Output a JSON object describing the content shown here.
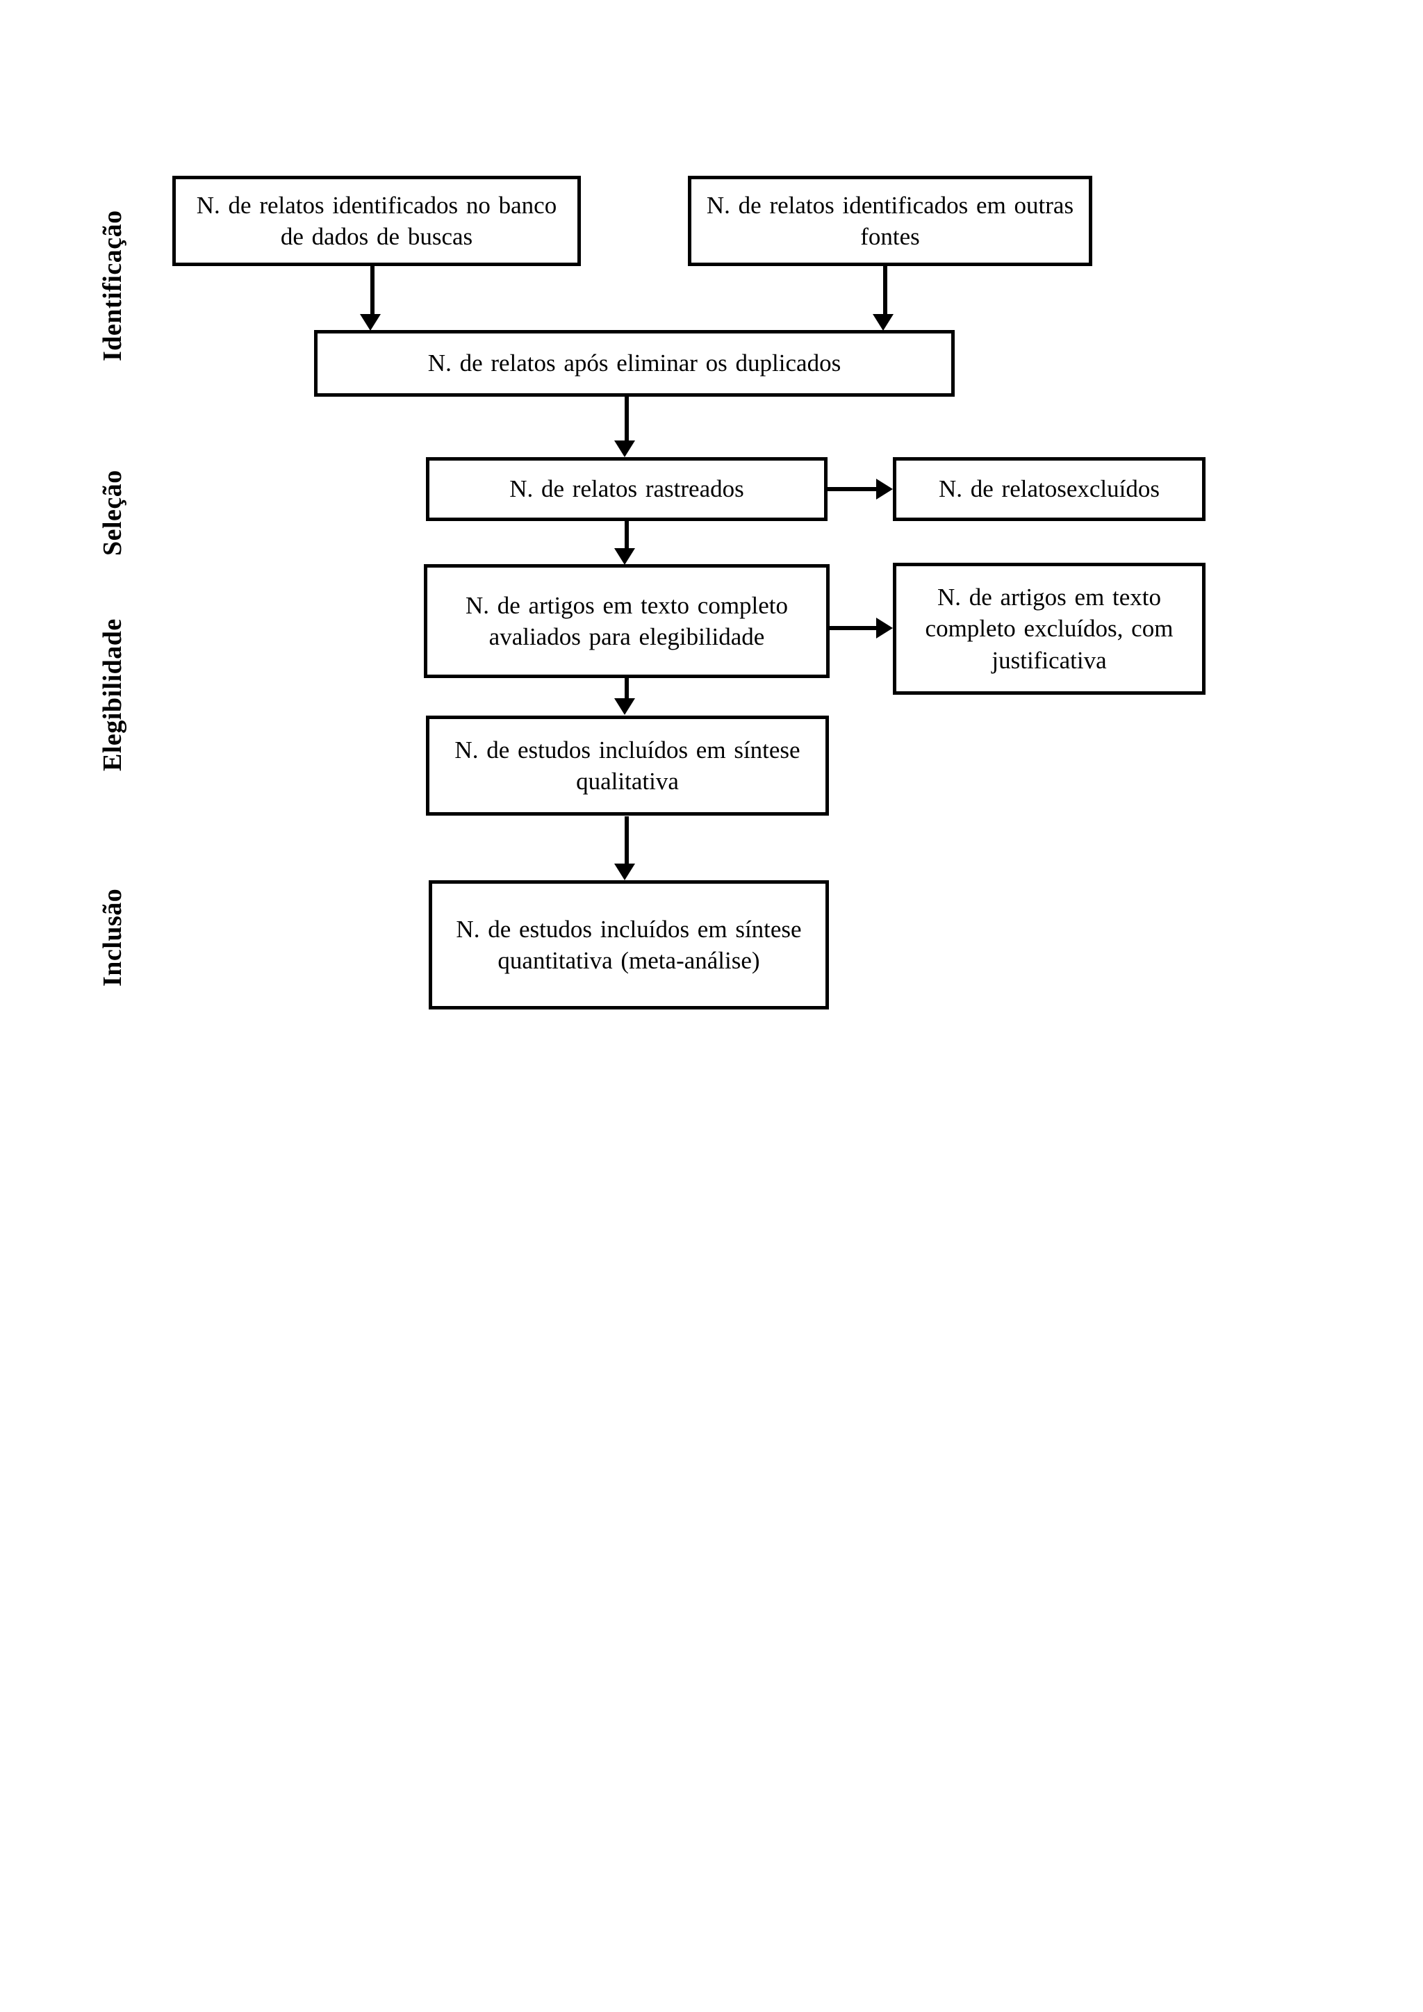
{
  "diagram": {
    "type": "prisma-flow-diagram",
    "language": "pt-BR",
    "stages": [
      {
        "id": "identificacao",
        "label": "Identificação"
      },
      {
        "id": "selecao",
        "label": "Seleção"
      },
      {
        "id": "elegibilidade",
        "label": "Elegibilidade"
      },
      {
        "id": "inclusao",
        "label": "Inclusão"
      }
    ],
    "boxes": [
      {
        "id": "records-database",
        "stage": "identificacao",
        "text": "N. de relatos identificados  no banco de dados de buscas"
      },
      {
        "id": "records-other-sources",
        "stage": "identificacao",
        "text": "N. de relatos identificados  em outras fontes"
      },
      {
        "id": "records-after-duplicates",
        "stage": "identificacao",
        "text": "N. de relatos após eliminar  os duplicados"
      },
      {
        "id": "records-screened",
        "stage": "selecao",
        "text": "N. de relatos rastreados"
      },
      {
        "id": "records-excluded",
        "stage": "selecao",
        "text": "N. de relatosexcluídos"
      },
      {
        "id": "fulltext-assessed",
        "stage": "elegibilidade",
        "text": "N. de artigos em texto completo avaliados para elegibilidade"
      },
      {
        "id": "fulltext-excluded",
        "stage": "elegibilidade",
        "text": "N. de artigos em texto completo excluídos, com justificativa"
      },
      {
        "id": "studies-qualitative",
        "stage": "elegibilidade",
        "text": "N. de estudos incluídos em síntese qualitativa"
      },
      {
        "id": "studies-quantitative",
        "stage": "inclusao",
        "text": "N. de estudos incluídos em síntese quantitativa (meta-análise)"
      }
    ],
    "colors": {
      "box_border": "#000000",
      "box_fill": "#ffffff",
      "connector": "#000000",
      "text": "#000000",
      "page_background": "#ffffff"
    }
  }
}
